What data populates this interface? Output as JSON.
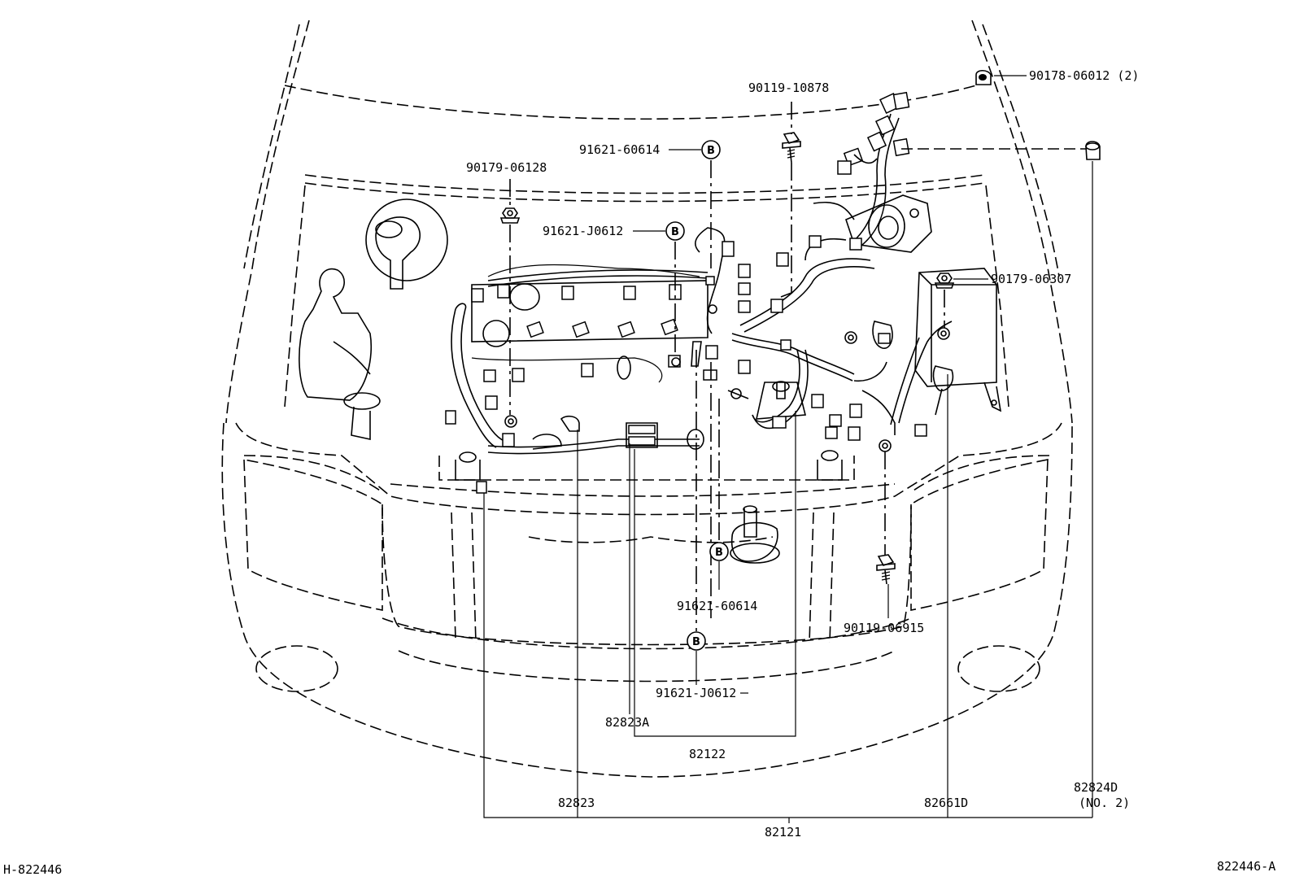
{
  "diagram": {
    "drawing_id": "H-822446",
    "figure_code": "822446-A",
    "badge_letter": "B",
    "callouts": {
      "c_90178_06012": "90178-06012 (2)",
      "c_90119_10878": "90119-10878",
      "c_91621_60614_top": "91621-60614",
      "c_90179_06128": "90179-06128",
      "c_91621_J0612_top": "91621-J0612",
      "c_90179_06307": "90179-06307",
      "c_91621_60614_mid": "91621-60614",
      "c_90119_06915": "90119-06915",
      "c_91621_J0612_bot": "91621-J0612",
      "c_82823A": "82823A",
      "c_82122": "82122",
      "c_82823": "82823",
      "c_82661D": "82661D",
      "c_82824D": "82824D",
      "c_82824D_sub": "(NO. 2)",
      "c_82121": "82121"
    }
  }
}
